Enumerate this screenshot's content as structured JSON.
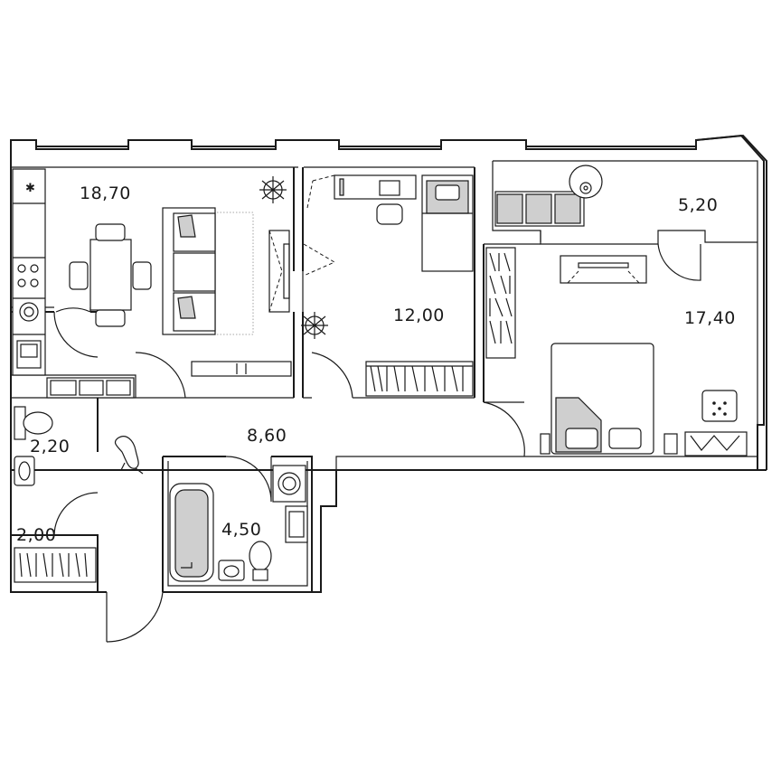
{
  "rooms": [
    {
      "id": "living-kitchen",
      "area": "18,70"
    },
    {
      "id": "bedroom-small",
      "area": "12,00"
    },
    {
      "id": "balcony",
      "area": "5,20"
    },
    {
      "id": "bedroom-large",
      "area": "17,40"
    },
    {
      "id": "hall",
      "area": "8,60"
    },
    {
      "id": "wc",
      "area": "2,20"
    },
    {
      "id": "storage",
      "area": "2,00"
    },
    {
      "id": "bathroom",
      "area": "4,50"
    }
  ],
  "colors": {
    "wall": "#1a1a1a",
    "fill_gray": "#cfcfcf",
    "background": "#ffffff"
  }
}
